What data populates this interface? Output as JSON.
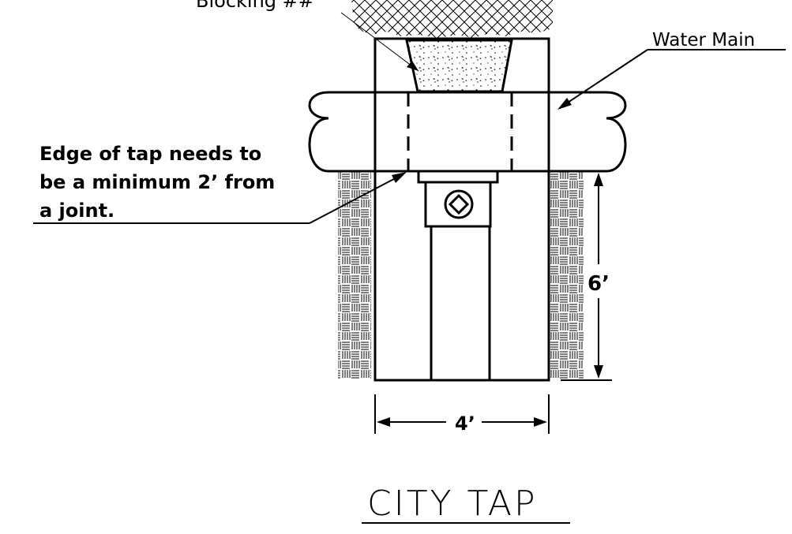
{
  "labels": {
    "blocking": "Blocking ##",
    "water_main": "Water Main",
    "tap_note_line1": "Edge of tap needs to",
    "tap_note_line2": "be a minimum 2’ from",
    "tap_note_line3": "a joint.",
    "depth_dim": "6’",
    "width_dim": "4’",
    "title": "CITY TAP"
  },
  "colors": {
    "line": "#000000",
    "background": "#ffffff",
    "fill_light": "#f2f2f2"
  }
}
